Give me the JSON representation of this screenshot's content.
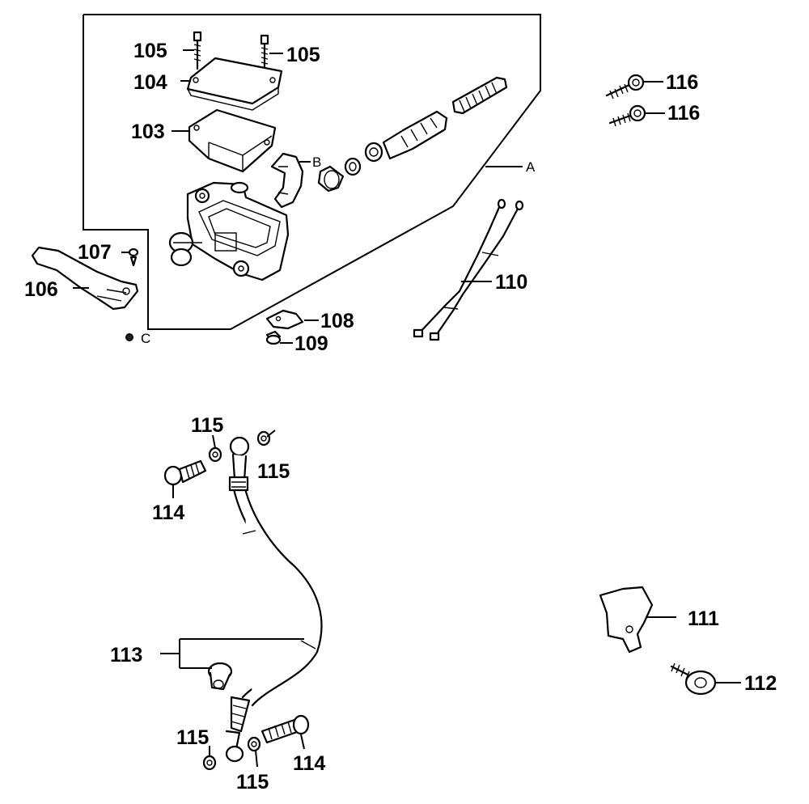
{
  "labels": {
    "p105a": "105",
    "p105b": "105",
    "p104": "104",
    "p103": "103",
    "p116a": "116",
    "p116b": "116",
    "p107": "107",
    "p106": "106",
    "p108": "108",
    "p109": "109",
    "p110": "110",
    "p115a": "115",
    "p115b": "115",
    "p115c": "115",
    "p115d": "115",
    "p114a": "114",
    "p114b": "114",
    "p113": "113",
    "p111": "111",
    "p112": "112"
  },
  "refs": {
    "a": "A",
    "b": "B",
    "c": "C"
  }
}
